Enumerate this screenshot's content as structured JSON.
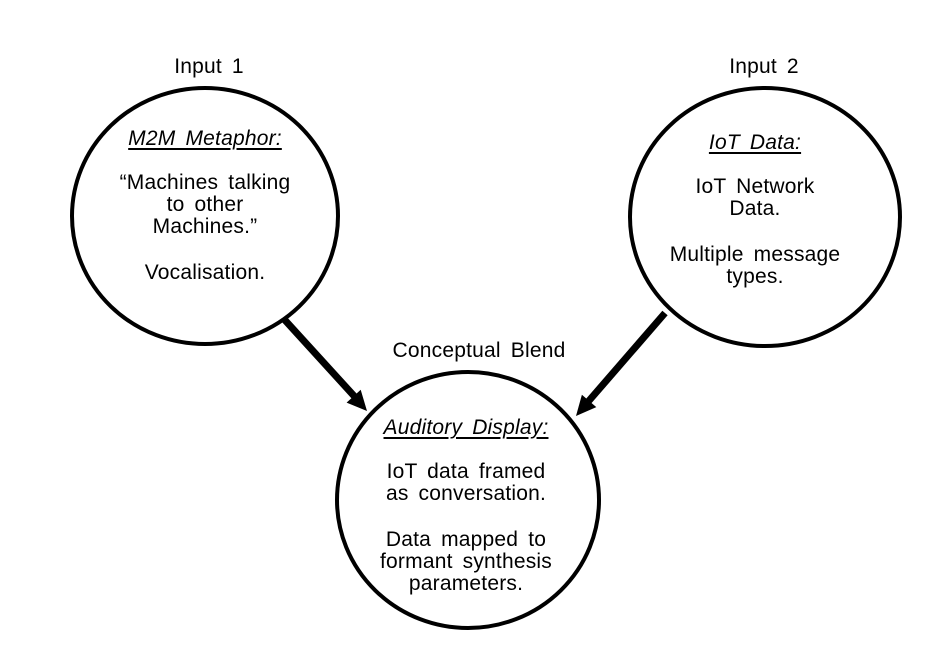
{
  "colors": {
    "ink": "#000000",
    "background": "#ffffff"
  },
  "nodes": {
    "input1": {
      "label": "Input 1",
      "title": "M2M Metaphor:",
      "para1": [
        "“Machines talking",
        "to other",
        "Machines.”"
      ],
      "para2": [
        "Vocalisation."
      ]
    },
    "input2": {
      "label": "Input 2",
      "title": "IoT Data:",
      "para1": [
        "IoT Network",
        "Data."
      ],
      "para2": [
        "Multiple message",
        "types."
      ]
    },
    "blend": {
      "label": "Conceptual Blend",
      "title": "Auditory Display:",
      "para1": [
        "IoT data framed",
        "as conversation."
      ],
      "para2": [
        "Data mapped to",
        "formant synthesis",
        "parameters."
      ]
    }
  }
}
